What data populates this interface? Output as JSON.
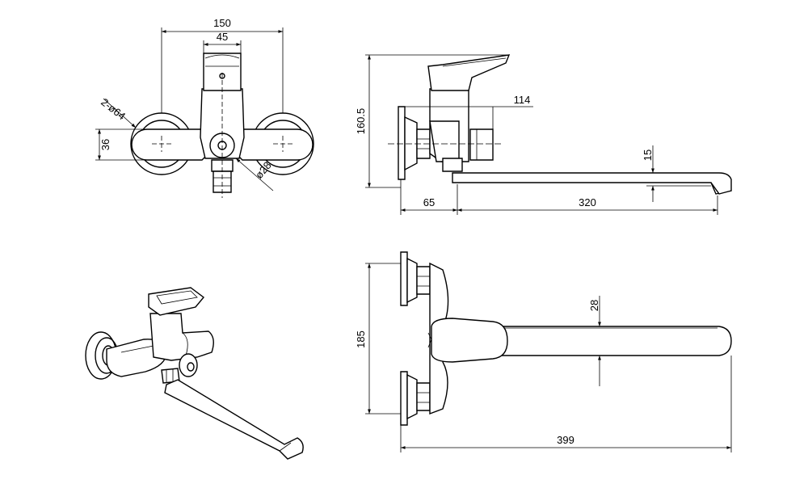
{
  "dimensions": {
    "front_width": "150",
    "front_body_width": "45",
    "front_flange_dia": "2-ø64",
    "front_height": "36",
    "front_outlet_dia": "ø28",
    "side_height": "160.5",
    "side_inlet": "114",
    "side_spout_offset": "15",
    "side_wall_to_body": "65",
    "side_spout_reach": "320",
    "top_height": "185",
    "top_spout_dia": "28",
    "top_total_length": "399"
  },
  "colors": {
    "line": "#000000",
    "background": "#ffffff"
  }
}
